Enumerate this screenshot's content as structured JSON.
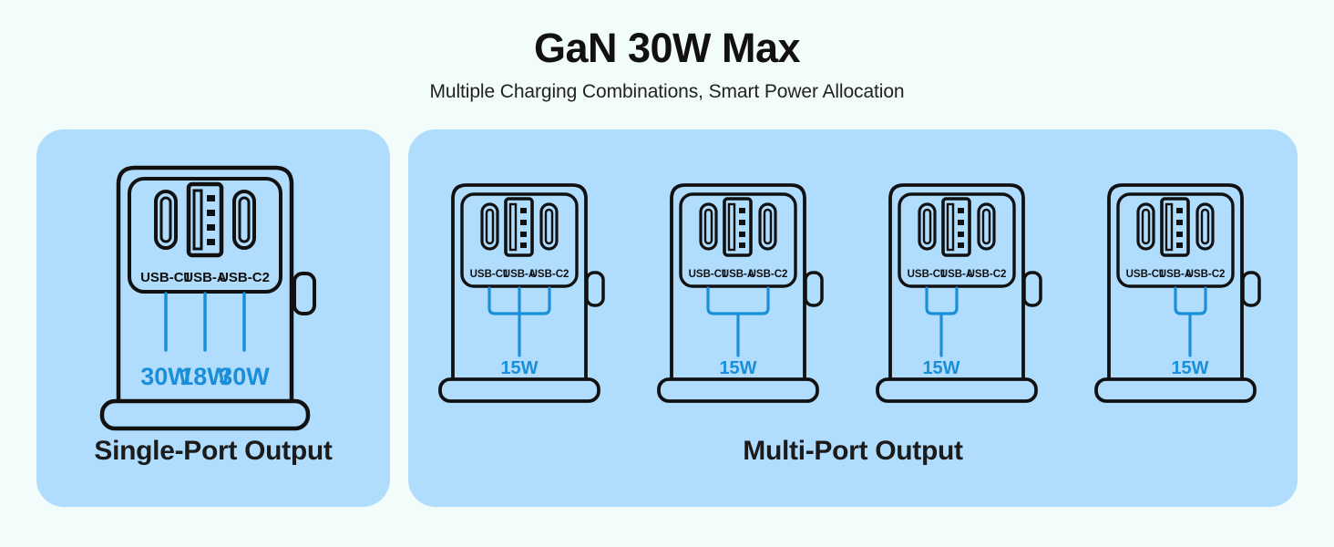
{
  "header": {
    "title": "GaN 30W Max",
    "subtitle": "Multiple Charging Combinations, Smart Power Allocation"
  },
  "colors": {
    "page_background": "#f2fcfa",
    "panel_background": "#b0dcfd",
    "accent_blue": "#1a8fd8",
    "outline": "#111111",
    "text": "#1b1b1b"
  },
  "panels": [
    {
      "id": "single-port",
      "caption": "Single-Port Output",
      "chargers": [
        {
          "id": "single-1",
          "ports": [
            "USB-C1",
            "USB-A",
            "USB-C2"
          ],
          "groups": [
            {
              "ports": [
                "USB-C1"
              ],
              "watt": "30W"
            },
            {
              "ports": [
                "USB-A"
              ],
              "watt": "18W"
            },
            {
              "ports": [
                "USB-C2"
              ],
              "watt": "30W"
            }
          ]
        }
      ]
    },
    {
      "id": "multi-port",
      "caption": "Multi-Port Output",
      "chargers": [
        {
          "id": "multi-1",
          "ports": [
            "USB-C1",
            "USB-A",
            "USB-C2"
          ],
          "groups": [
            {
              "ports": [
                "USB-C1",
                "USB-A",
                "USB-C2"
              ],
              "watt": "15W"
            }
          ]
        },
        {
          "id": "multi-2",
          "ports": [
            "USB-C1",
            "USB-A",
            "USB-C2"
          ],
          "groups": [
            {
              "ports": [
                "USB-C1",
                "USB-C2"
              ],
              "watt": "15W"
            }
          ]
        },
        {
          "id": "multi-3",
          "ports": [
            "USB-C1",
            "USB-A",
            "USB-C2"
          ],
          "groups": [
            {
              "ports": [
                "USB-C1",
                "USB-A"
              ],
              "watt": "15W"
            }
          ]
        },
        {
          "id": "multi-4",
          "ports": [
            "USB-C1",
            "USB-A",
            "USB-C2"
          ],
          "groups": [
            {
              "ports": [
                "USB-A",
                "USB-C2"
              ],
              "watt": "15W"
            }
          ]
        }
      ]
    }
  ],
  "icons": {
    "usb_c_port": "usb-c-port-icon",
    "usb_a_port": "usb-a-port-icon",
    "charger_body": "charger-body-icon",
    "charger_base": "charger-base-icon",
    "charger_side_tab": "charger-side-tab-icon"
  }
}
